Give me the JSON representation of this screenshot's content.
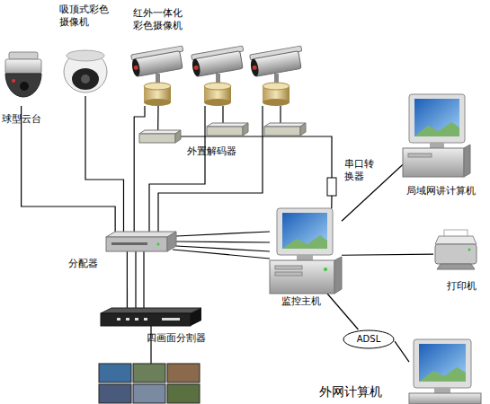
{
  "diagram": {
    "nodes": [
      {
        "text": [
          "球型云台"
        ]
      },
      {
        "text": [
          "吸顶式彩色 摄像机"
        ]
      },
      {
        "text": [
          "红外一体化 彩色摄像机"
        ]
      },
      {
        "text": [
          "外置解码器"
        ]
      },
      {
        "text": [
          "分配器"
        ]
      },
      {
        "text": [
          "四画面分割器"
        ]
      },
      {
        "text": [
          "监控主机"
        ]
      },
      {
        "text": [
          "串口转 换器"
        ]
      },
      {
        "text": [
          "局域网讲计算机"
        ]
      },
      {
        "text": [
          "打印机"
        ]
      },
      {
        "text": [
          "ADSL"
        ]
      },
      {
        "text": [
          "外网计算机"
        ]
      }
    ],
    "edges": [
      {
        "from": 0,
        "to": 4,
        "arrow": "none"
      },
      {
        "from": 1,
        "to": 4,
        "arrow": "none"
      },
      {
        "from": 2,
        "to": 3,
        "arrow": "none"
      },
      {
        "from": 2,
        "to": 4,
        "arrow": "none"
      },
      {
        "from": 3,
        "to": 7,
        "arrow": "none"
      },
      {
        "from": 7,
        "to": 6,
        "arrow": "none"
      },
      {
        "from": 4,
        "to": 6,
        "arrow": "none"
      },
      {
        "from": 4,
        "to": 5,
        "arrow": "none"
      },
      {
        "from": 6,
        "to": 8,
        "arrow": "none"
      },
      {
        "from": 6,
        "to": 9,
        "arrow": "none"
      },
      {
        "from": 6,
        "to": 10,
        "arrow": "none"
      },
      {
        "from": 10,
        "to": 11,
        "arrow": "none"
      }
    ]
  }
}
